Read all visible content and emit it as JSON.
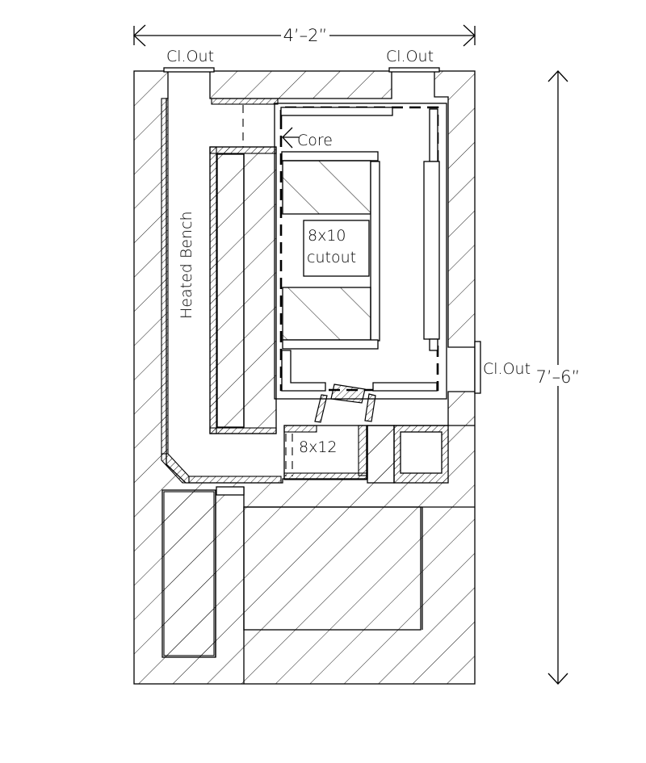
{
  "drawing": {
    "title": "Masonry heater plan",
    "colors": {
      "line": "#000000",
      "background": "#ffffff"
    },
    "dimensions": {
      "width": "4’–2”",
      "height": "7’–6”"
    },
    "labels": {
      "cleanout_top_left": "Cl.Out",
      "cleanout_top_right": "Cl.Out",
      "cleanout_right": "Cl.Out",
      "core": "Core",
      "cutout_line1": "8x10",
      "cutout_line2": "cutout",
      "heated_bench": "Heated Bench",
      "opening": "8x12"
    }
  }
}
